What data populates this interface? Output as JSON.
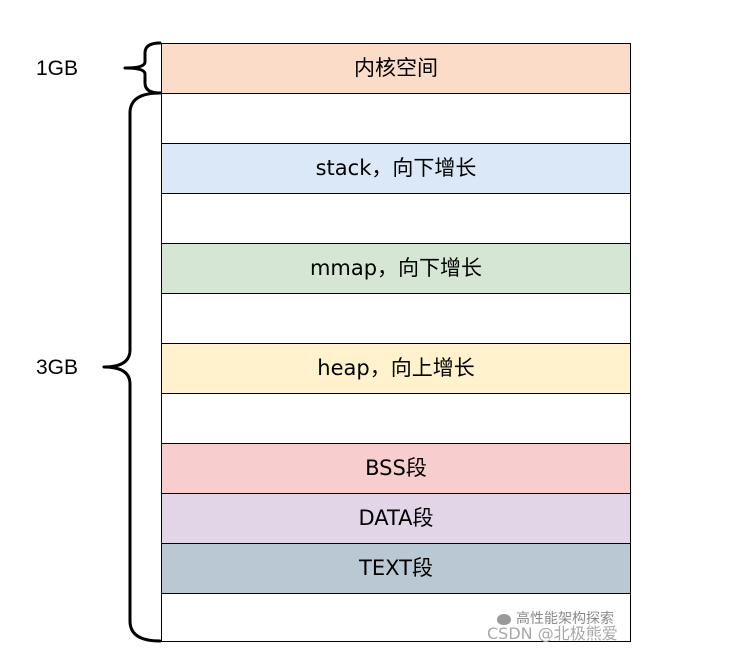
{
  "labels": {
    "kernel_size": "1GB",
    "user_size": "3GB"
  },
  "segments": [
    {
      "name": "kernel-space-segment",
      "label": "内核空间",
      "color": "#fbdcc9"
    },
    {
      "name": "gap-segment-1",
      "label": "",
      "color": "#ffffff"
    },
    {
      "name": "stack-segment",
      "label": "stack，向下增长",
      "color": "#dae8f7"
    },
    {
      "name": "gap-segment-2",
      "label": "",
      "color": "#ffffff"
    },
    {
      "name": "mmap-segment",
      "label": "mmap，向下增长",
      "color": "#d5e7d4"
    },
    {
      "name": "gap-segment-3",
      "label": "",
      "color": "#ffffff"
    },
    {
      "name": "heap-segment",
      "label": "heap，向上增长",
      "color": "#fff2cd"
    },
    {
      "name": "gap-segment-4",
      "label": "",
      "color": "#ffffff"
    },
    {
      "name": "bss-segment",
      "label": "BSS段",
      "color": "#f7cdcd"
    },
    {
      "name": "data-segment",
      "label": "DATA段",
      "color": "#e1d5e7"
    },
    {
      "name": "text-segment",
      "label": "TEXT段",
      "color": "#bac8d3"
    },
    {
      "name": "gap-segment-5",
      "label": "",
      "color": "#ffffff"
    }
  ],
  "watermark": {
    "account": "高性能架构探索",
    "source": "CSDN @北极熊爱"
  }
}
